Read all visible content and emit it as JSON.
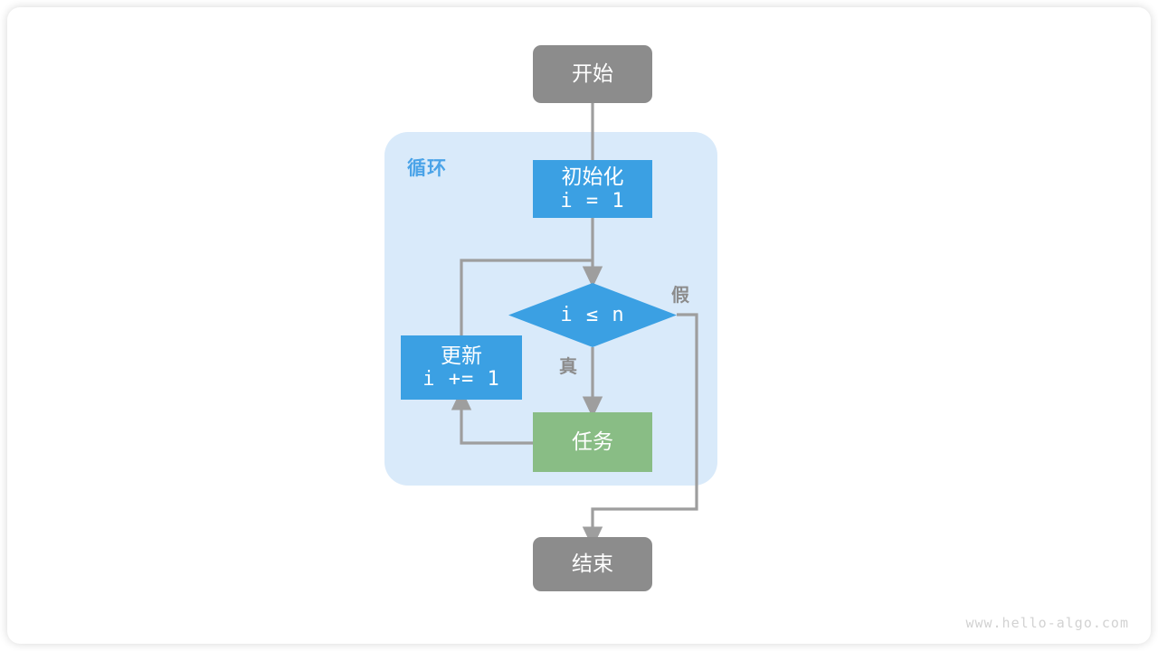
{
  "diagram": {
    "title": "for-loop-flowchart",
    "watermark": "www.hello-algo.com",
    "colors": {
      "terminal": "#8c8c8c",
      "process": "#3ba0e3",
      "task": "#89bd85",
      "loop_background": "#d9eafa",
      "loop_label": "#4aa3e8",
      "edge": "#9e9e9e",
      "node_text": "#ffffff",
      "watermark": "#d2d2d2",
      "page_background": "#ffffff"
    },
    "loop_container": {
      "label": "循环"
    },
    "nodes": [
      {
        "id": "start",
        "type": "terminal",
        "line1": "开始",
        "line2": ""
      },
      {
        "id": "init",
        "type": "process",
        "line1": "初始化",
        "line2": "i = 1"
      },
      {
        "id": "condition",
        "type": "decision",
        "line1": "i ≤ n",
        "line2": ""
      },
      {
        "id": "update",
        "type": "process",
        "line1": "更新",
        "line2": "i += 1"
      },
      {
        "id": "task",
        "type": "task",
        "line1": "任务",
        "line2": ""
      },
      {
        "id": "end",
        "type": "terminal",
        "line1": "结束",
        "line2": ""
      }
    ],
    "edge_labels": [
      {
        "id": "true",
        "text": "真"
      },
      {
        "id": "false",
        "text": "假"
      }
    ]
  }
}
